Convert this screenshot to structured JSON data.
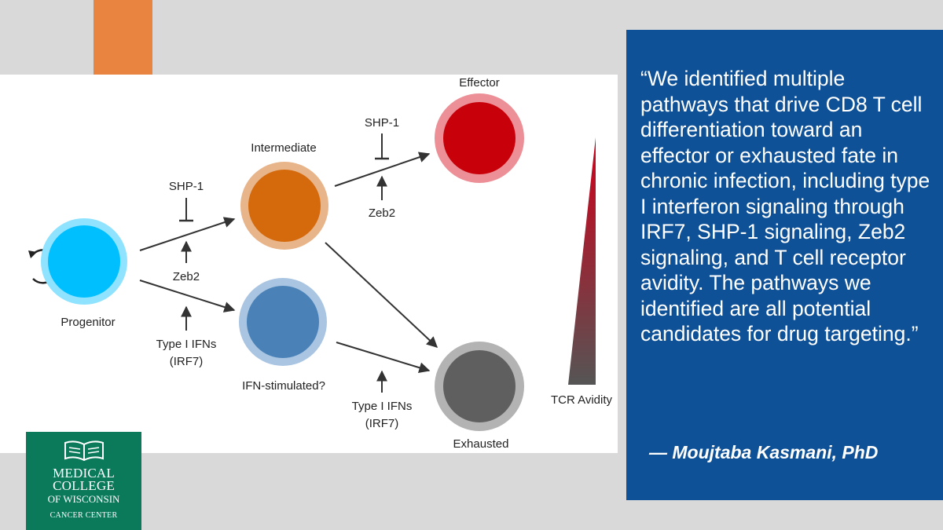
{
  "diagram": {
    "nodes": {
      "progenitor": "Progenitor",
      "intermediate": "Intermediate",
      "effector": "Effector",
      "ifn_stimulated": "IFN-stimulated?",
      "exhausted": "Exhausted"
    },
    "regulators": {
      "shp1_upper": "SHP-1",
      "zeb2_upper": "Zeb2",
      "shp1_lower": "SHP-1",
      "zeb2_lower": "Zeb2",
      "ifn_left_1": "Type I IFNs",
      "ifn_left_2": "(IRF7)",
      "ifn_right_1": "Type I IFNs",
      "ifn_right_2": "(IRF7)"
    },
    "gradient_label": "TCR Avidity"
  },
  "quote": {
    "text": "“We identified multiple pathways that drive CD8 T cell differentiation toward an effector or exhausted fate in chronic infection, including type I interferon signaling through IRF7, SHP-1 signaling, Zeb2 signaling, and T cell receptor avidity. The pathways we identified are all potential candidates for drug targeting.”",
    "author": "— Moujtaba Kasmani, PhD"
  },
  "logo": {
    "line1": "MEDICAL",
    "line2": "COLLEGE",
    "line3": "OF WISCONSIN",
    "line4": "CANCER CENTER"
  },
  "colors": {
    "progenitor": "#00bfff",
    "intermediate": "#d46a0c",
    "effector": "#c8000a",
    "ifn_stimulated": "#4a82b8",
    "exhausted": "#5f5f5f",
    "quote_background": "#0f5197",
    "logo_background": "#0a7a5b",
    "accent_block": "#e8843f"
  }
}
